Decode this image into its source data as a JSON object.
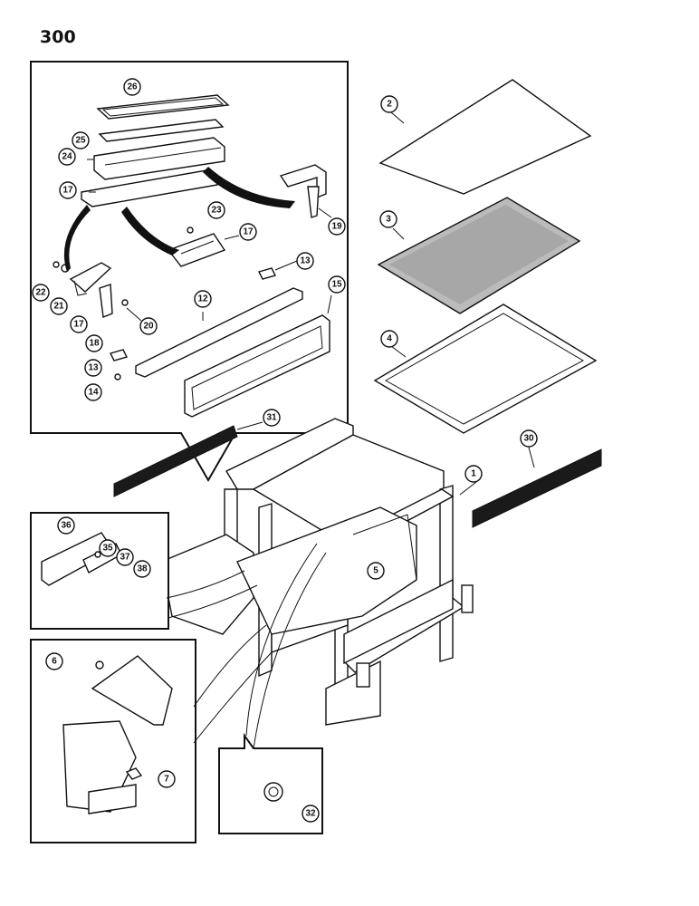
{
  "page": {
    "number": "300"
  },
  "callouts": {
    "c1": "1",
    "c2": "2",
    "c3": "3",
    "c4": "4",
    "c5": "5",
    "c6": "6",
    "c7": "7",
    "c12": "12",
    "c13a": "13",
    "c13b": "13",
    "c14": "14",
    "c15": "15",
    "c17a": "17",
    "c17b": "17",
    "c17c": "17",
    "c18": "18",
    "c19": "19",
    "c20": "20",
    "c21": "21",
    "c22": "22",
    "c23": "23",
    "c24": "24",
    "c25": "25",
    "c26": "26",
    "c30": "30",
    "c31": "31",
    "c32": "32",
    "c35": "35",
    "c36": "36",
    "c37": "37",
    "c38": "38"
  }
}
